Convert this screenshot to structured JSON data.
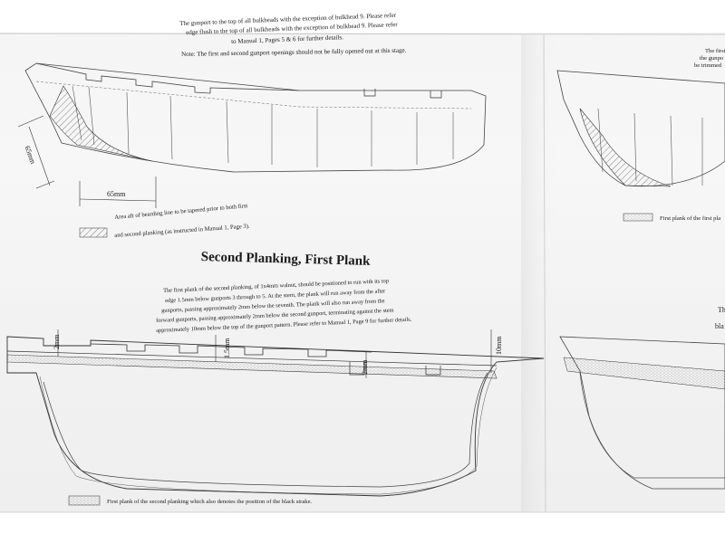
{
  "top_note": {
    "line1": "The gunport to the top of all bulkheads with the exception of bulkhead 9. Please refer",
    "line2": "edge flush to the top of all bulkheads with the exception of bulkhead 9. Please refer",
    "line3": "to Manual 1, Pages 5 & 6 for further details.",
    "line4": "Note: The first and second gunport openings should not be fully opened out at this stage."
  },
  "right_top_note": {
    "line1": "The first",
    "line2": "the gunpo",
    "line3": "be trimmed"
  },
  "upper_diagram": {
    "dim_vertical": "65mm",
    "dim_horizontal": "65mm"
  },
  "legend_upper": {
    "line1": "Area aft of bearding line to be tapered prior to both first",
    "line2": "and second planking (as instructed in Manual 1, Page 3)."
  },
  "right_legend_upper": "First plank of the first pla",
  "section": {
    "title": "Second Planking, First Plank",
    "paragraph": [
      "The first plank of the second planking, of 1x4mm walnut, should be positioned to run with its top",
      "edge 1.5mm below gunports 3 through to 5. At the stern, the plank will run away from the after",
      "gunports, passing approximately 2mm below the seventh. The plank will also run away from the",
      "forward gunports, passing approximately 2mm below the second gunport, terminating against the stem",
      "approximately 10mm below the top of the gunport pattern. Please refer to Manual 1, Page 9 for further details."
    ]
  },
  "right_side_fragments": {
    "t": "Th",
    "bla": "bla"
  },
  "lower_diagram": {
    "dim_2mm_left": "2mm",
    "dim_1_5mm": "1.5mm",
    "dim_2mm_mid": "2mm",
    "dim_10mm": "10mm"
  },
  "legend_lower": "First plank of the second planking which also denotes the position of the black strake."
}
